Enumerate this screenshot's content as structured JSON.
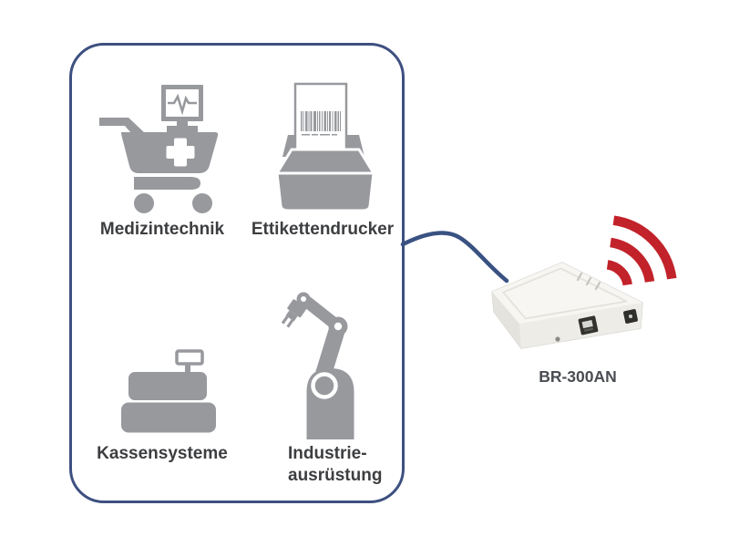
{
  "box": {
    "items": [
      {
        "label": "Medizintechnik",
        "icon": "medical-cart-icon"
      },
      {
        "label": "Ettikettendrucker",
        "icon": "label-printer-icon"
      },
      {
        "label": "Kassensysteme",
        "icon": "cash-register-icon"
      },
      {
        "label": "Industrie-",
        "label_line2": "ausrüstung",
        "icon": "robot-arm-icon"
      }
    ]
  },
  "device": {
    "model": "BR-300AN",
    "wifi_icon": "wifi-signal-icon"
  },
  "colors": {
    "icon_gray": "#97999d",
    "box_border": "#3d5080",
    "cable": "#3a5282",
    "wifi_red": "#c2222a",
    "label_text": "#3d3e40"
  }
}
